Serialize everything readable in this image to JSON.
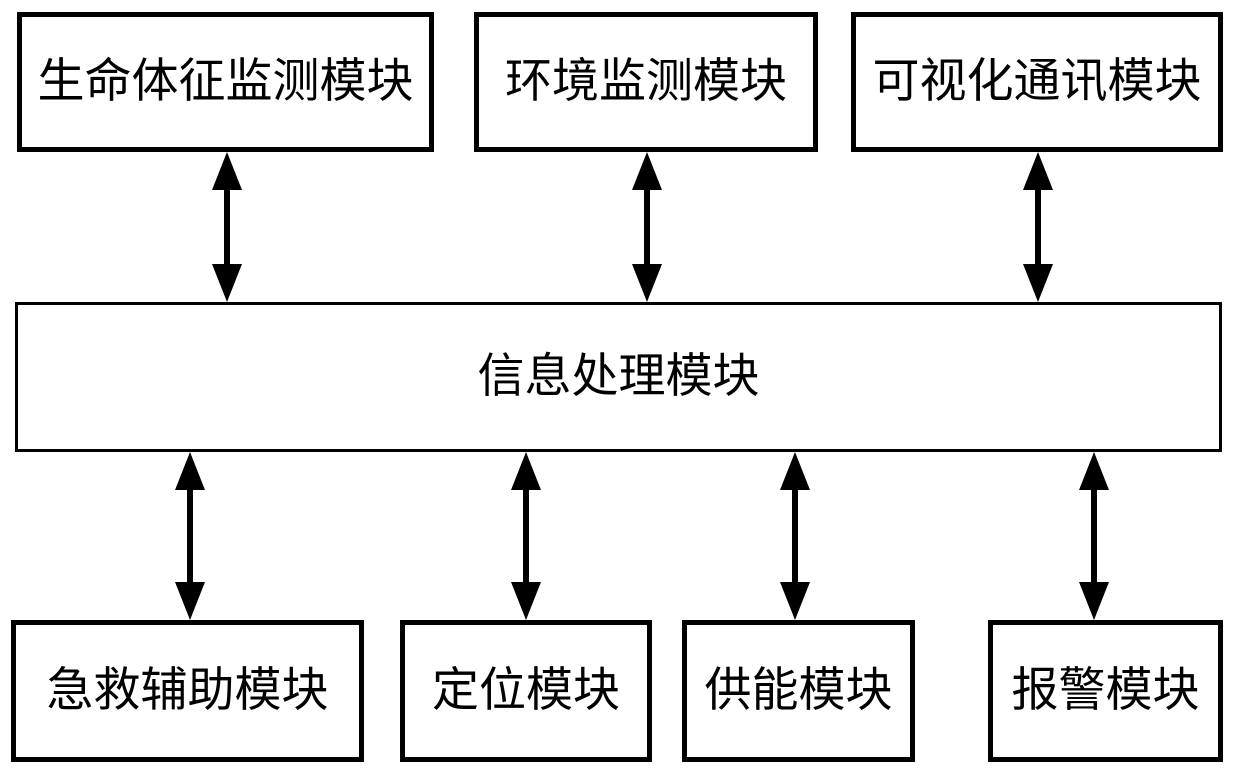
{
  "diagram": {
    "type": "block-diagram",
    "colors": {
      "background": "#ffffff",
      "line": "#000000",
      "text": "#000000",
      "node_fill": "#ffffff"
    },
    "nodes": {
      "vital_signs": {
        "label": "生命体征监测模块"
      },
      "environment": {
        "label": "环境监测模块"
      },
      "visual_comm": {
        "label": "可视化通讯模块"
      },
      "processing": {
        "label": "信息处理模块"
      },
      "first_aid": {
        "label": "急救辅助模块"
      },
      "positioning": {
        "label": "定位模块"
      },
      "power": {
        "label": "供能模块"
      },
      "alarm": {
        "label": "报警模块"
      }
    },
    "edges": [
      {
        "from": "vital_signs",
        "to": "processing",
        "style": "bidirectional-arrow"
      },
      {
        "from": "environment",
        "to": "processing",
        "style": "bidirectional-arrow"
      },
      {
        "from": "visual_comm",
        "to": "processing",
        "style": "bidirectional-arrow"
      },
      {
        "from": "processing",
        "to": "first_aid",
        "style": "bidirectional-arrow"
      },
      {
        "from": "processing",
        "to": "positioning",
        "style": "bidirectional-arrow"
      },
      {
        "from": "processing",
        "to": "power",
        "style": "bidirectional-arrow"
      },
      {
        "from": "processing",
        "to": "alarm",
        "style": "bidirectional-arrow"
      }
    ]
  }
}
